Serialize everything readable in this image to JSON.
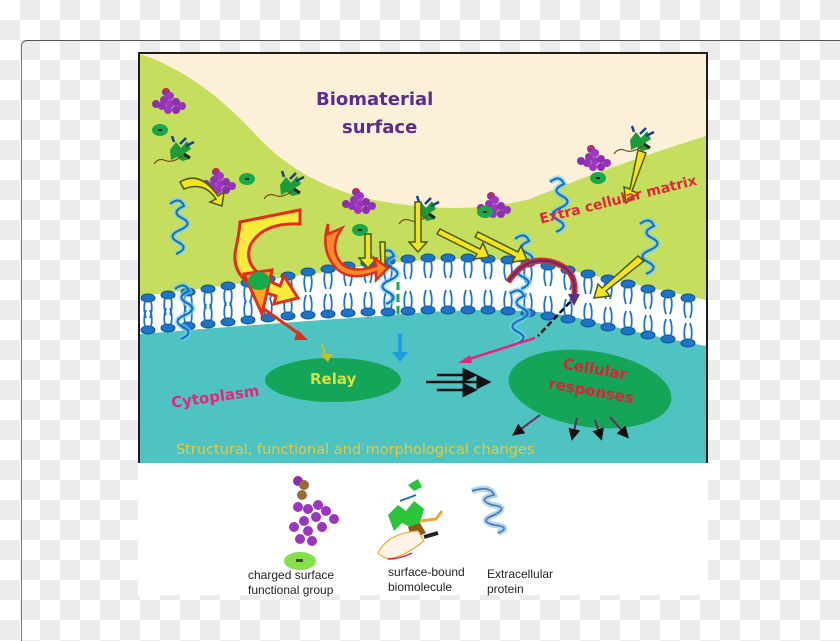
{
  "diagram": {
    "labels": {
      "biomaterial_line1": "Biomaterial",
      "biomaterial_line2": "surface",
      "ecm": "Extra cellular matrix",
      "cytoplasm": "Cytoplasm",
      "relay": "Relay",
      "cellular_line1": "Cellular",
      "cellular_line2": "responses",
      "changes": "Structural, functional and morphological changes"
    },
    "colors": {
      "biomaterial_bg": "#fcf1d8",
      "ecm_bg": "#c6de5e",
      "cytoplasm_bg": "#4ec3c2",
      "ellipse": "#14a558",
      "membrane_head": "#1d74c7",
      "biomaterial_text": "#5a2d8a",
      "ecm_text": "#e0283c",
      "cytoplasm_text": "#e2277b",
      "relay_text": "#d8e040",
      "cellular_text": "#d8243a",
      "changes_text": "#e7c93a"
    }
  },
  "legend": {
    "items": [
      {
        "icon": "charged-group-icon",
        "line1": "charged surface",
        "line2": "functional group"
      },
      {
        "icon": "biomolecule-icon",
        "line1": "surface-bound",
        "line2": "biomolecule"
      },
      {
        "icon": "protein-coil-icon",
        "line1": "Extracellular",
        "line2": "protein"
      }
    ]
  }
}
